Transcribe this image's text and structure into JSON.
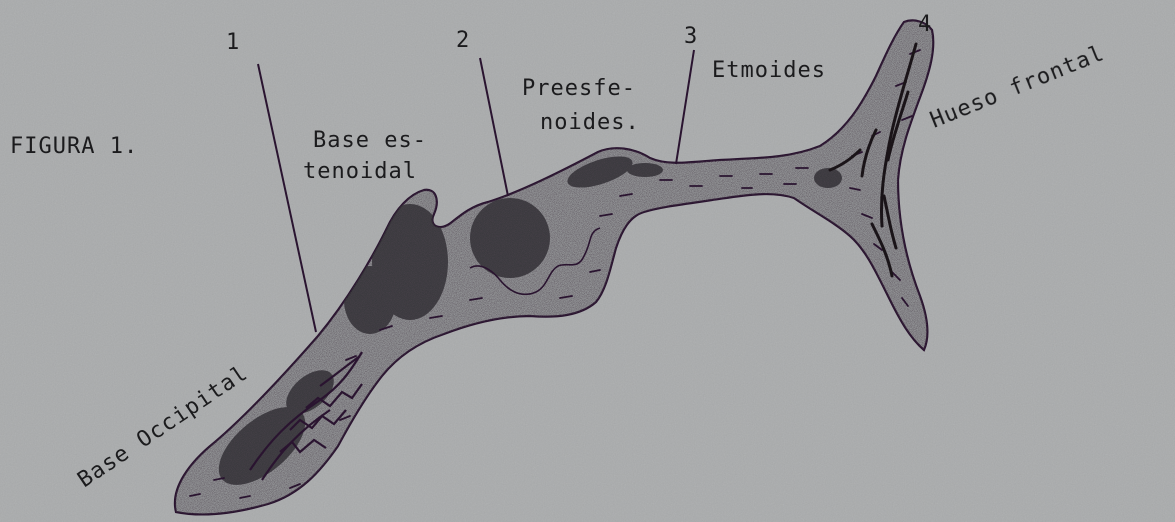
{
  "figure": {
    "caption": "FIGURA 1."
  },
  "labels": {
    "base_estenoidal_line1": "Base es-",
    "base_estenoidal_line2": "tenoidal",
    "preesfenoides_line1": "Preesfe-",
    "preesfenoides_line2": "noides.",
    "etmoides": "Etmoides",
    "hueso_frontal": "Hueso frontal",
    "base_occipital": "Base Occipital"
  },
  "markers": [
    "1",
    "2",
    "3",
    "4"
  ],
  "colors": {
    "background": "#a9abac",
    "outline": "#2a1430",
    "ink": "#1b1b1d",
    "bone_fill": "#8f9193",
    "shade": "#6d6f71"
  }
}
